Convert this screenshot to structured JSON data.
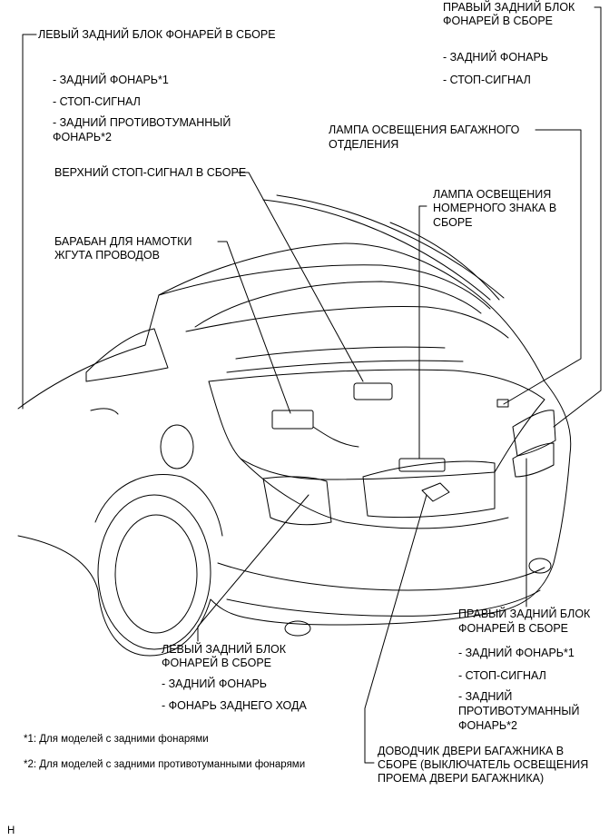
{
  "labels": {
    "left_rear_lamp_top": {
      "title": "ЛЕВЫЙ ЗАДНИЙ БЛОК ФОНАРЕЙ В СБОРЕ",
      "items": [
        "- ЗАДНИЙ ФОНАРЬ*1",
        "- СТОП-СИГНАЛ",
        "- ЗАДНИЙ ПРОТИВОТУМАННЫЙ",
        "ФОНАРЬ*2"
      ]
    },
    "right_rear_lamp_top": {
      "title_1": "ПРАВЫЙ ЗАДНИЙ БЛОК",
      "title_2": "ФОНАРЕЙ В СБОРЕ",
      "items": [
        "- ЗАДНИЙ ФОНАРЬ",
        "- СТОП-СИГНАЛ"
      ]
    },
    "luggage_lamp": {
      "line_1": "ЛАМПА ОСВЕЩЕНИЯ БАГАЖНОГО",
      "line_2": "ОТДЕЛЕНИЯ"
    },
    "high_stop": {
      "line_1": "ВЕРХНИЙ СТОП-СИГНАЛ В СБОРЕ"
    },
    "license_lamp": {
      "line_1": "ЛАМПА ОСВЕЩЕНИЯ",
      "line_2": "НОМЕРНОГО ЗНАКА В",
      "line_3": "СБОРЕ"
    },
    "harness_reel": {
      "line_1": "БАРАБАН ДЛЯ НАМОТКИ",
      "line_2": "ЖГУТА ПРОВОДОВ"
    },
    "right_rear_lamp_bottom": {
      "title_1": "ПРАВЫЙ ЗАДНИЙ БЛОК",
      "title_2": "ФОНАРЕЙ В СБОРЕ",
      "items": [
        "- ЗАДНИЙ ФОНАРЬ*1",
        "- СТОП-СИГНАЛ",
        "- ЗАДНИЙ",
        "ПРОТИВОТУМАННЫЙ",
        "ФОНАРЬ*2"
      ]
    },
    "left_rear_lamp_bottom": {
      "title_1": "ЛЕВЫЙ ЗАДНИЙ БЛОК",
      "title_2": "ФОНАРЕЙ В СБОРЕ",
      "items": [
        "- ЗАДНИЙ ФОНАРЬ",
        "- ФОНАРЬ ЗАДНЕГО ХОДА"
      ]
    },
    "closer": {
      "line_1": "ДОВОДЧИК ДВЕРИ БАГАЖНИКА В",
      "line_2": "СБОРЕ (ВЫКЛЮЧАТЕЛЬ ОСВЕЩЕНИЯ",
      "line_3": "ПРОЕМА ДВЕРИ БАГАЖНИКА)"
    }
  },
  "notes": {
    "note_1": "*1: Для моделей с задними фонарями",
    "note_2": "*2: Для моделей с задними противотуманными фонарями"
  },
  "corner_mark": "H"
}
